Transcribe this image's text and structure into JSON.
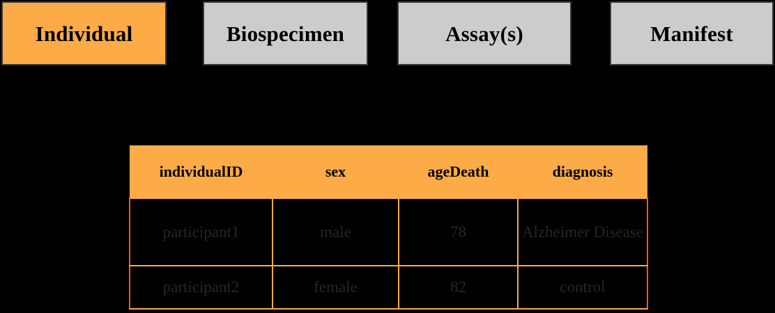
{
  "tabs": [
    {
      "id": "individual",
      "label": "Individual",
      "state": "active",
      "bg": "#fcab47"
    },
    {
      "id": "biospecimen",
      "label": "Biospecimen",
      "state": "inactive",
      "bg": "#cccccc"
    },
    {
      "id": "assays",
      "label": "Assay(s)",
      "state": "inactive",
      "bg": "#cccccc"
    },
    {
      "id": "manifest",
      "label": "Manifest",
      "state": "inactive",
      "bg": "#cccccc"
    }
  ],
  "table": {
    "headers": [
      "individualID",
      "sex",
      "ageDeath",
      "diagnosis"
    ],
    "rows": [
      {
        "individualID": "participant1",
        "sex": "male",
        "ageDeath": "78",
        "diagnosis": "Alzheimer Disease"
      },
      {
        "individualID": "participant2",
        "sex": "female",
        "ageDeath": "82",
        "diagnosis": "control"
      }
    ]
  },
  "colors": {
    "accent": "#fcab47",
    "accent_border": "#f4581e",
    "inactive_tab": "#cccccc",
    "background": "#000000",
    "body_text": "#262626"
  }
}
